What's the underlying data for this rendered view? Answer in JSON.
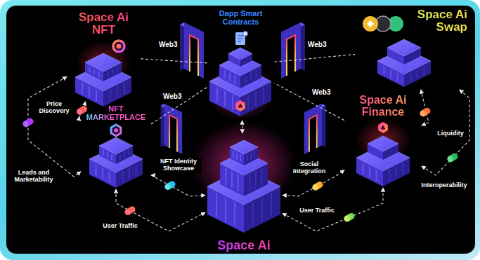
{
  "diagram": {
    "nodes": [
      {
        "text": [
          "Space Ai NFT"
        ]
      },
      {
        "text": [
          "Dapp Smart Contracts"
        ]
      },
      {
        "text": [
          "Space Ai Swap"
        ]
      },
      {
        "text": [
          "NFT MARKETPLACE"
        ]
      },
      {
        "text": [
          "Space Ai Finance"
        ]
      },
      {
        "text": [
          "Space Ai"
        ]
      }
    ],
    "edges": [
      {
        "from": 0,
        "to": 3,
        "label": "Price Discovery",
        "arrow": "both"
      },
      {
        "from": 0,
        "to": 3,
        "label": "Leads and Marketability",
        "arrow": "both"
      },
      {
        "from": 3,
        "to": 5,
        "label": "NFT Identity Showcase",
        "arrow": "both"
      },
      {
        "from": 3,
        "to": 5,
        "label": "User Traffic",
        "arrow": "both"
      },
      {
        "from": 5,
        "to": 4,
        "label": "Social Integration",
        "arrow": "both"
      },
      {
        "from": 5,
        "to": 4,
        "label": "User Traffic",
        "arrow": "both"
      },
      {
        "from": 4,
        "to": 2,
        "label": "Liquidity",
        "arrow": "both"
      },
      {
        "from": 4,
        "to": 2,
        "label": "Interoperability",
        "arrow": "both"
      },
      {
        "from": 0,
        "to": 1,
        "arrow": "none"
      },
      {
        "from": 1,
        "to": 2,
        "arrow": "none"
      },
      {
        "from": 1,
        "to": 5,
        "arrow": "both"
      },
      {
        "from": 3,
        "to": 1,
        "arrow": "none"
      },
      {
        "from": 4,
        "to": 1,
        "arrow": "none"
      }
    ],
    "labels": [
      "Web3",
      "Web3",
      "Web3",
      "Web3"
    ]
  }
}
